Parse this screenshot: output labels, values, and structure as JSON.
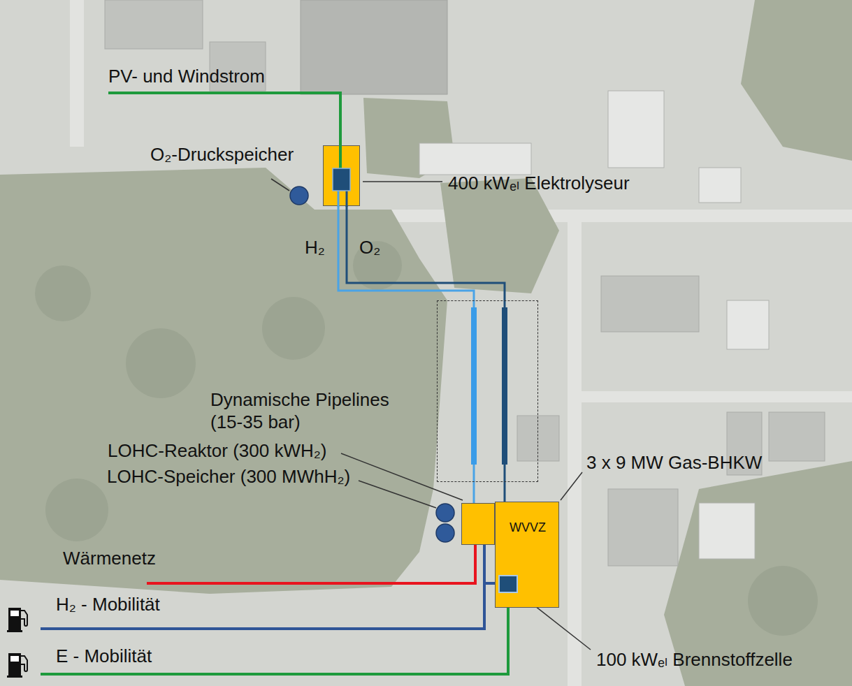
{
  "diagram": {
    "nodes": [
      {
        "text": [
          "O₂-Druckspeicher"
        ]
      },
      {
        "text": [
          "400 kWₑₗ Elektrolyseur"
        ]
      },
      {
        "text": [
          "Dynamische Pipelines (15-35 bar)"
        ]
      },
      {
        "text": [
          "LOHC-Reaktor (300 kWH₂)"
        ]
      },
      {
        "text": [
          "LOHC-Speicher (300 MWhH₂)"
        ]
      },
      {
        "text": [
          "WVVZ",
          "3 x 9 MW Gas-BHKW"
        ]
      },
      {
        "text": [
          "100 kWₑₗ Brennstoffzelle"
        ],
        "in": 5
      }
    ],
    "edges": [
      {
        "from": 1,
        "to": 3,
        "arrow": "none",
        "label": "H₂"
      },
      {
        "from": 1,
        "to": 5,
        "arrow": "none",
        "label": "O₂"
      }
    ],
    "labels": [
      "PV- und Windstrom",
      "Wärmenetz",
      "H₂ - Mobilität",
      "E - Mobilität"
    ]
  }
}
